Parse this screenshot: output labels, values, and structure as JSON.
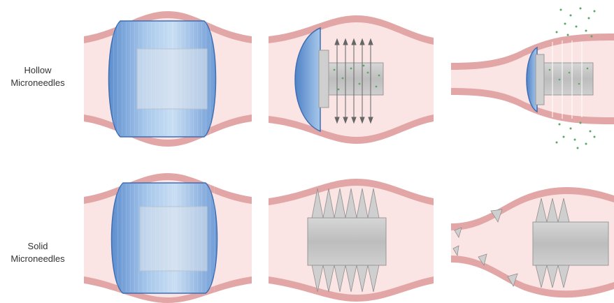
{
  "rows": [
    {
      "line1": "Hollow",
      "line2": "Microneedles"
    },
    {
      "line1": "Solid",
      "line2": "Microneedles"
    }
  ],
  "colors": {
    "vessel_wall": "#e3a6a6",
    "vessel_lumen": "#fbe4e4",
    "balloon": "#8fb7e3",
    "needle_body": "#c6c6c6",
    "drug_dots": "#5aa86a"
  }
}
